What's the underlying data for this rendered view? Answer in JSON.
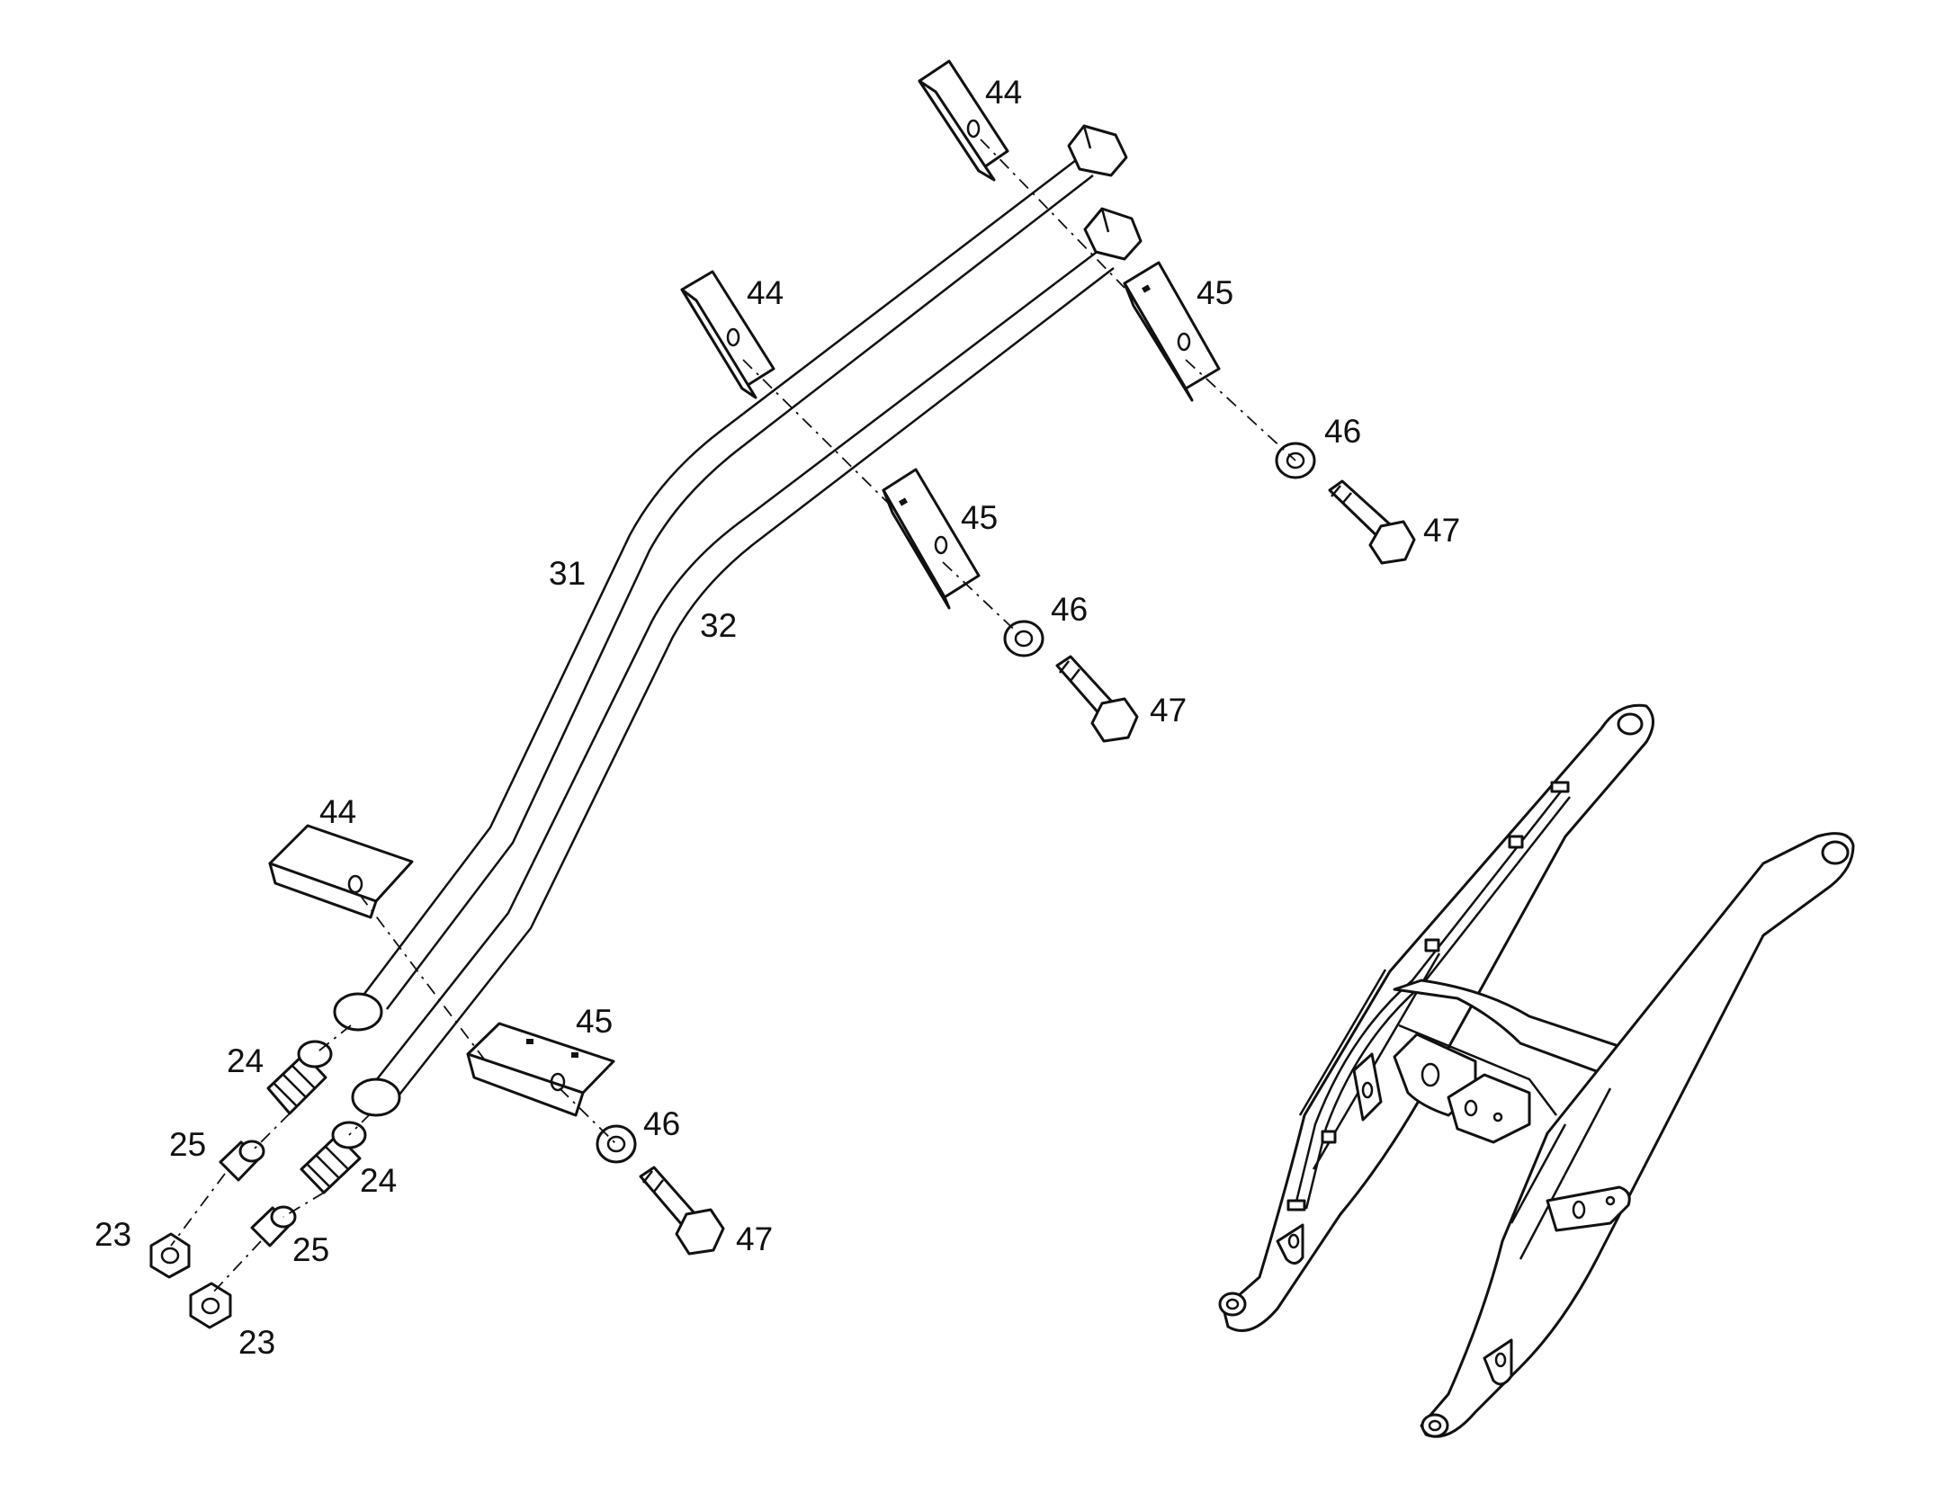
{
  "callouts": {
    "p23a": "23",
    "p23b": "23",
    "p24a": "24",
    "p24b": "24",
    "p25a": "25",
    "p25b": "25",
    "p31": "31",
    "p32": "32",
    "p44a": "44",
    "p44b": "44",
    "p44c": "44",
    "p45a": "45",
    "p45b": "45",
    "p45c": "45",
    "p46a": "46",
    "p46b": "46",
    "p46c": "46",
    "p47a": "47",
    "p47b": "47",
    "p47c": "47"
  }
}
